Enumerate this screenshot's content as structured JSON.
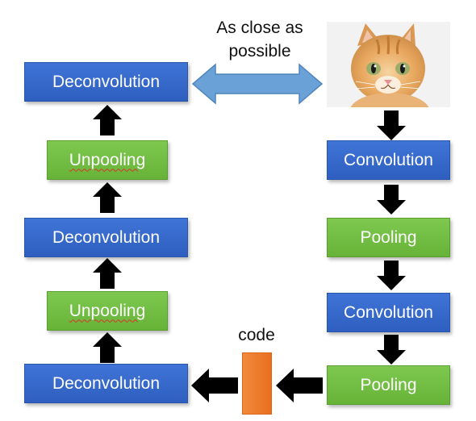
{
  "left_column": {
    "deconv_top": "Deconvolution",
    "unpool_upper": "Unpooling",
    "deconv_mid": "Deconvolution",
    "unpool_lower": "Unpooling",
    "deconv_bottom": "Deconvolution"
  },
  "right_column": {
    "conv_1": "Convolution",
    "pool_1": "Pooling",
    "conv_2": "Convolution",
    "pool_2": "Pooling"
  },
  "compare_label": "As close as possible",
  "code_label": "code",
  "input_image_icon": "cat-photo",
  "colors": {
    "layer_blue": "#3366cc",
    "layer_green": "#70bb44",
    "code_orange": "#ed7d31",
    "compare_arrow": "#5b9bd5",
    "flow_arrow": "#000000"
  }
}
